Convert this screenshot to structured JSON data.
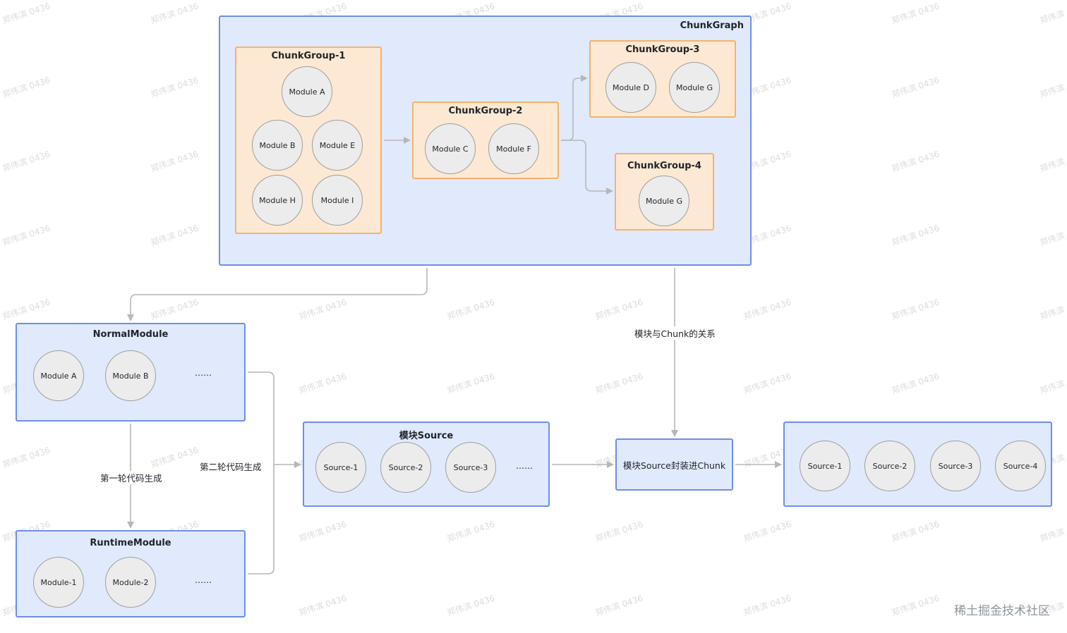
{
  "chunk_graph": {
    "title": "ChunkGraph",
    "groups": [
      {
        "title": "ChunkGroup-1",
        "modules": [
          "Module A",
          "Module B",
          "Module E",
          "Module H",
          "Module I"
        ]
      },
      {
        "title": "ChunkGroup-2",
        "modules": [
          "Module C",
          "Module F"
        ]
      },
      {
        "title": "ChunkGroup-3",
        "modules": [
          "Module D",
          "Module G"
        ]
      },
      {
        "title": "ChunkGroup-4",
        "modules": [
          "Module G"
        ]
      }
    ]
  },
  "normal_module": {
    "title": "NormalModule",
    "modules": [
      "Module A",
      "Module B"
    ],
    "more": "……"
  },
  "runtime_module": {
    "title": "RuntimeModule",
    "modules": [
      "Module-1",
      "Module-2"
    ],
    "more": "……"
  },
  "module_source": {
    "title": "模块Source",
    "sources": [
      "Source-1",
      "Source-2",
      "Source-3"
    ],
    "more": "……"
  },
  "wrap_step": {
    "label": "模块Source封装进Chunk"
  },
  "output_chunk": {
    "sources": [
      "Source-1",
      "Source-2",
      "Source-3",
      "Source-4"
    ]
  },
  "edge_labels": {
    "first_round": "第一轮代码生成",
    "second_round": "第二轮代码生成",
    "relation": "模块与Chunk的关系"
  },
  "watermark": "稀土掘金技术社区",
  "watermark_text": "郑伟滨 0436",
  "colors": {
    "blue_fill": "#e1eafc",
    "blue_border": "#6f8fe6",
    "orange_fill": "#fde9d3",
    "orange_border": "#f5b26a",
    "node_fill": "#ececec",
    "arrow": "#b7b7b7"
  }
}
